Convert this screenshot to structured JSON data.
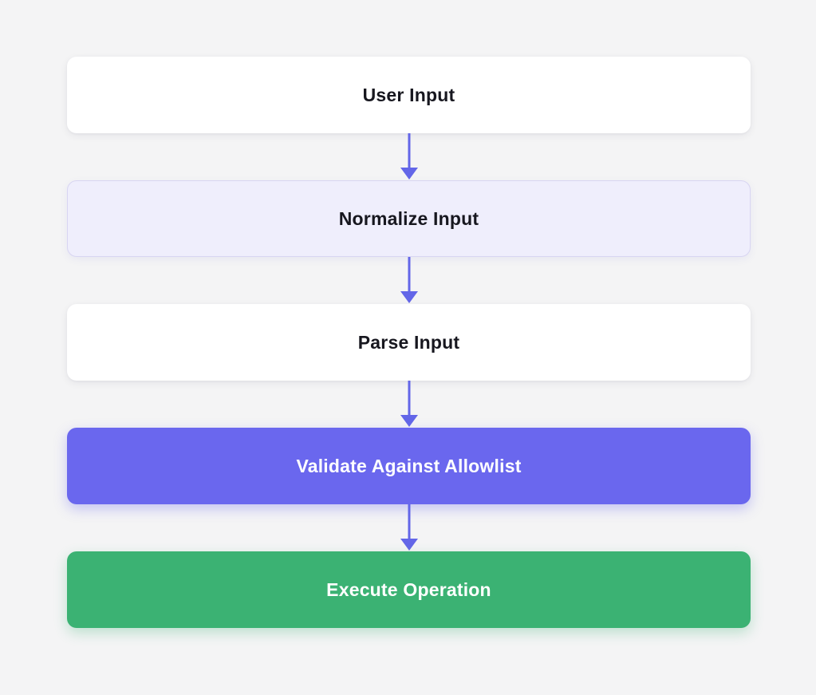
{
  "diagram": {
    "type": "flowchart",
    "direction": "top-down",
    "nodes": [
      {
        "id": "user-input",
        "label": "User Input",
        "style": "default"
      },
      {
        "id": "normalize-input",
        "label": "Normalize Input",
        "style": "lavender"
      },
      {
        "id": "parse-input",
        "label": "Parse Input",
        "style": "default"
      },
      {
        "id": "validate-allowlist",
        "label": "Validate Against Allowlist",
        "style": "purple"
      },
      {
        "id": "execute-operation",
        "label": "Execute Operation",
        "style": "green"
      }
    ],
    "edges": [
      {
        "from": "user-input",
        "to": "normalize-input"
      },
      {
        "from": "normalize-input",
        "to": "parse-input"
      },
      {
        "from": "parse-input",
        "to": "validate-allowlist"
      },
      {
        "from": "validate-allowlist",
        "to": "execute-operation"
      }
    ],
    "colors": {
      "page_background": "#f4f4f5",
      "node_default_bg": "#ffffff",
      "node_lavender_bg": "#efeefc",
      "node_lavender_border": "#d8d5f2",
      "node_purple_bg": "#6a67ee",
      "node_green_bg": "#3bb273",
      "text_dark": "#17171f",
      "text_light": "#ffffff",
      "arrow": "#6366e8"
    }
  }
}
